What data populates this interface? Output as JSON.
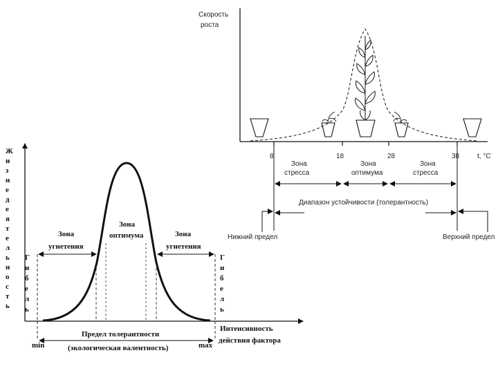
{
  "top_diagram": {
    "y_axis_label_line1": "Скорость",
    "y_axis_label_line2": "роста",
    "ticks": [
      "8",
      "18",
      "28",
      "38"
    ],
    "x_axis_label": "t, °C",
    "zones": [
      {
        "line1": "Зона",
        "line2": "стресса"
      },
      {
        "line1": "Зона",
        "line2": "оптимума"
      },
      {
        "line1": "Зона",
        "line2": "стресса"
      }
    ],
    "range_label": "Диапазон устойчивости (толерантность)",
    "lower_limit": "Нижний предел",
    "upper_limit": "Верхний предел"
  },
  "bottom_diagram": {
    "y_axis_label_letters": [
      "Ж",
      "и",
      "з",
      "н",
      "е",
      "д",
      "е",
      "я",
      "т",
      "е",
      "л",
      "ь",
      "н",
      "о",
      "с",
      "т",
      "ь"
    ],
    "death_left_letters": [
      "Г",
      "и",
      "б",
      "е",
      "л",
      "ь"
    ],
    "death_right_letters": [
      "Г",
      "и",
      "б",
      "е",
      "л",
      "ь"
    ],
    "zone_left": {
      "line1": "Зона",
      "line2": "угнетения"
    },
    "zone_center": {
      "line1": "Зона",
      "line2": "оптимума"
    },
    "zone_right": {
      "line1": "Зона",
      "line2": "угнетения"
    },
    "x_axis_label_line1": "Интенсивность",
    "x_axis_label_line2": "действия фактора",
    "tolerance_line1": "Предел толерантности",
    "tolerance_line2": "(экологическая валентность)",
    "min_label": "min",
    "max_label": "max"
  },
  "colors": {
    "ink": "#111111"
  }
}
